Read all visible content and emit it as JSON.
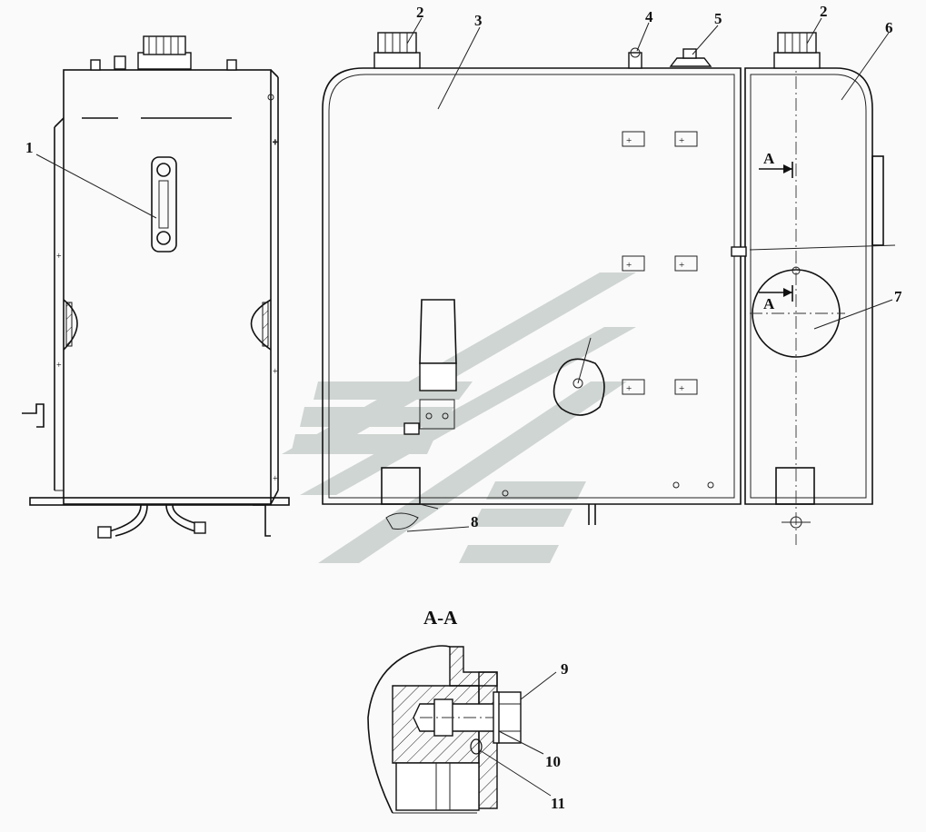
{
  "labels": {
    "l1": "1",
    "l2a": "2",
    "l2b": "2",
    "l3": "3",
    "l4": "4",
    "l5": "5",
    "l6": "6",
    "l7": "7",
    "l8": "8",
    "l9": "9",
    "l10": "10",
    "l11": "11"
  },
  "section_marks": {
    "upper": "A",
    "lower": "A"
  },
  "section_title": "A-A",
  "colors": {
    "line": "#111111",
    "watermark": "#c8cfcc",
    "background": "#fafafa"
  }
}
